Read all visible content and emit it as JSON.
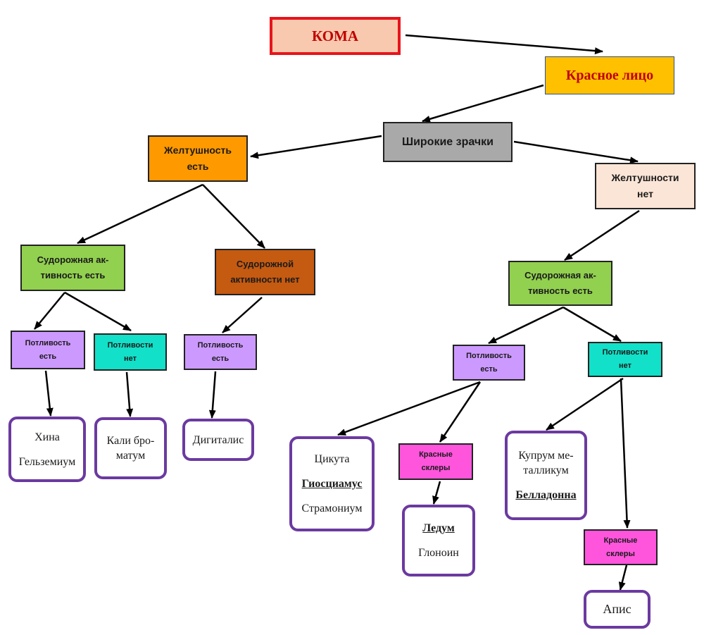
{
  "colors": {
    "coma": "#f8c9ae",
    "coma_border": "#e8141c",
    "coma_text": "#c00000",
    "red_face": "#ffc000",
    "red_face_border": "#2f4f8f",
    "red_face_text": "#c00000",
    "wide_pupils": "#a9a9a9",
    "jaundice_yes": "#ff9900",
    "jaundice_no": "#fbe5d6",
    "convulsive_yes": "#92d050",
    "convulsive_no": "#c55a11",
    "sweat_yes": "#cc99ff",
    "sweat_no": "#12e0c8",
    "red_sclera": "#ff55dd",
    "remedy_border": "#6b3aa0",
    "arrow": "#000000"
  },
  "nodes": {
    "coma": "КОМА",
    "red_face": "Красное лицо",
    "wide_pupils": "Широкие зрачки",
    "jaundice_yes": [
      "Желтушность",
      "есть"
    ],
    "jaundice_no": [
      "Желтушности",
      "нет"
    ],
    "conv_yes_left": [
      "Судорожная ак-",
      "тивность есть"
    ],
    "conv_no": [
      "Судорожной",
      "активности нет"
    ],
    "conv_yes_right": [
      "Судорожная ак-",
      "тивность есть"
    ],
    "sweat_yes_1": [
      "Потливость",
      "есть"
    ],
    "sweat_no_1": [
      "Потливости",
      "нет"
    ],
    "sweat_yes_2": [
      "Потливость",
      "есть"
    ],
    "sweat_yes_3": [
      "Потливость",
      "есть"
    ],
    "sweat_no_2": [
      "Потливости",
      "нет"
    ],
    "red_sclera_1": [
      "Красные",
      "склеры"
    ],
    "red_sclera_2": [
      "Красные",
      "склеры"
    ],
    "remedy_china": [
      "Хина",
      "Гельземиум"
    ],
    "remedy_kali": [
      "Кали бро-",
      "матум"
    ],
    "remedy_digitalis": "Дигиталис",
    "remedy_cicuta": [
      "Цикута",
      "Гиосциамус",
      "Страмониум"
    ],
    "remedy_ledum": [
      "Ледум",
      "Глоноин"
    ],
    "remedy_cuprum": [
      "Купрум ме-",
      "талликум",
      "Белладонна"
    ],
    "remedy_apis": "Апис"
  }
}
